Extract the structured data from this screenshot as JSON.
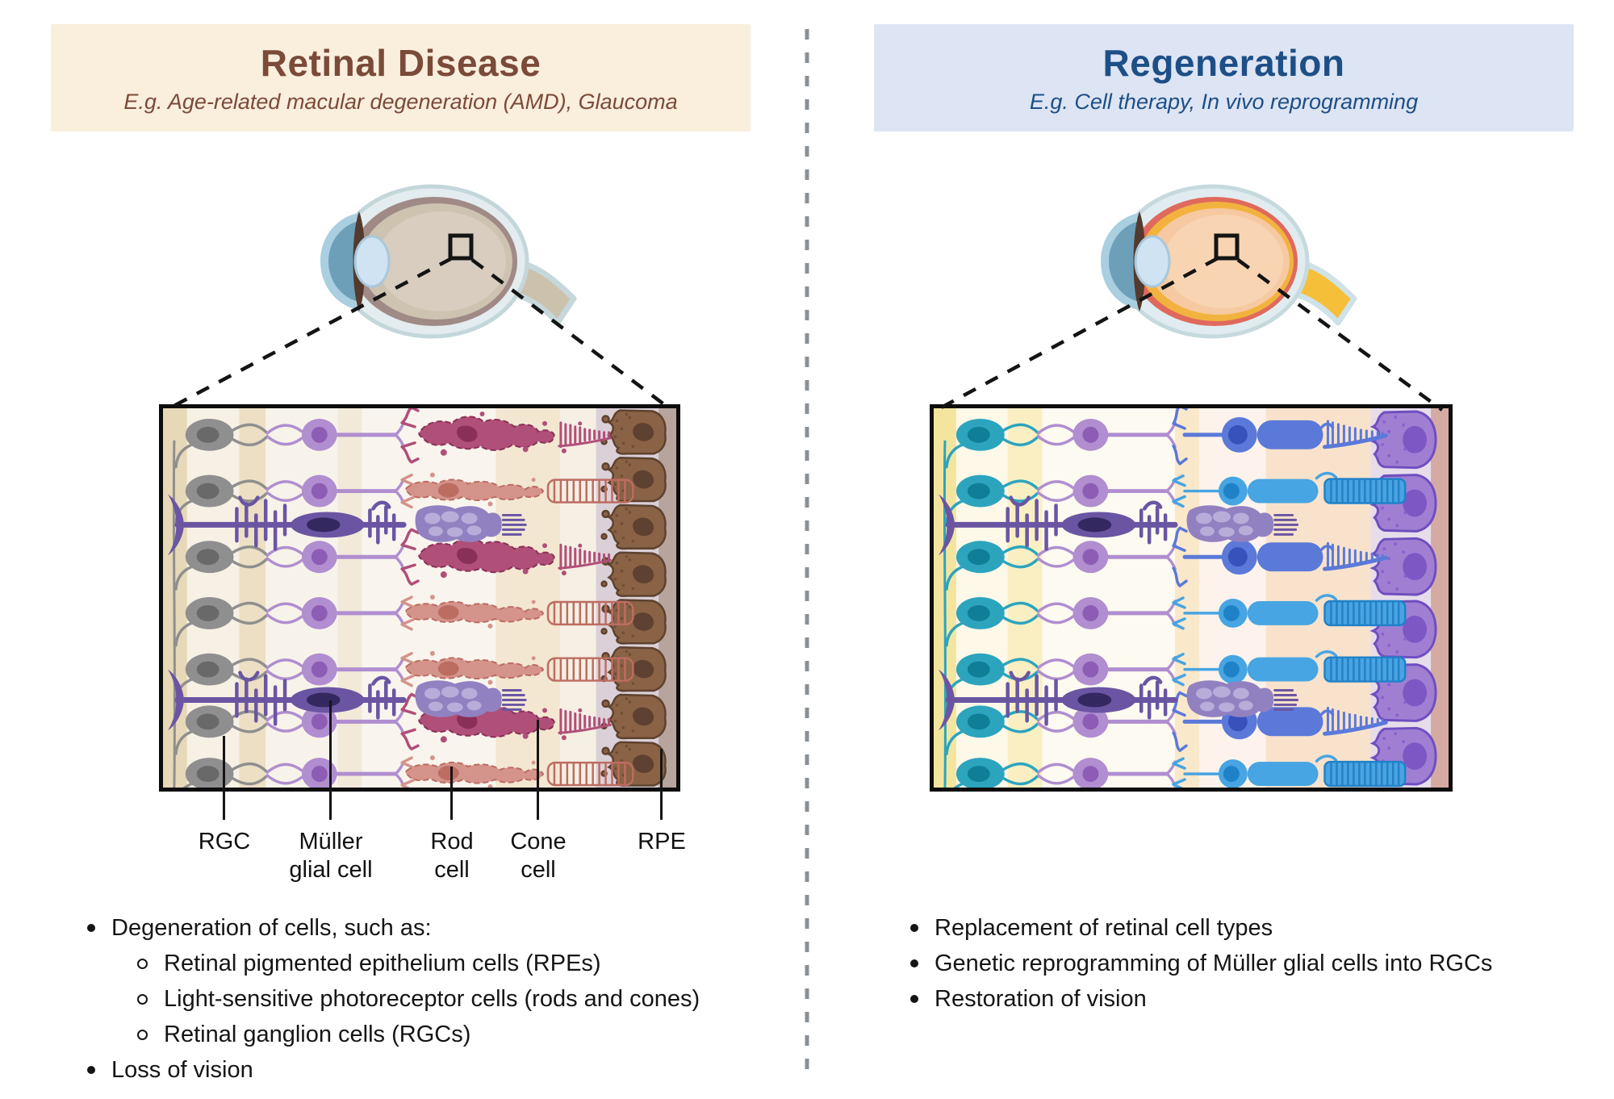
{
  "left": {
    "header": {
      "title": "Retinal Disease",
      "subtitle": "E.g. Age-related macular degeneration (AMD), Glaucoma"
    },
    "cell_labels": [
      {
        "line1": "RGC",
        "line2": ""
      },
      {
        "line1": "Müller",
        "line2": "glial cell"
      },
      {
        "line1": "Rod",
        "line2": "cell"
      },
      {
        "line1": "Cone",
        "line2": "cell"
      },
      {
        "line1": "RPE",
        "line2": ""
      }
    ],
    "bullets": {
      "item1": "Degeneration of cells, such as:",
      "sub1": "Retinal pigmented epithelium cells (RPEs)",
      "sub2": "Light-sensitive photoreceptor cells (rods and cones)",
      "sub3": "Retinal ganglion cells (RGCs)",
      "item2": "Loss of vision"
    }
  },
  "right": {
    "header": {
      "title": "Regeneration",
      "subtitle": "E.g. Cell therapy, In vivo reprogramming"
    },
    "bullets": {
      "item1": "Replacement of retinal cell types",
      "item2": "Genetic reprogramming of Müller glial cells into RGCs",
      "item3": "Restoration of vision"
    }
  },
  "colors": {
    "left_header_bg": "#faeedd",
    "left_accent": "#7b4a38",
    "right_header_bg": "#dde4f3",
    "right_accent": "#1d4f87",
    "text_dark": "#151515",
    "divider_gray": "#8a9096",
    "connector_black": "#141414",
    "rgc_gray": "#8f8f8f",
    "rgc_gray_dark": "#696969",
    "rgc_teal": "#2ca4be",
    "rgc_teal_dark": "#0f7f98",
    "bipolar": "#b08ed0",
    "bipolar_dark": "#8d5cb4",
    "muller": "#6a55a3",
    "muller_dark": "#332960",
    "muller_bubble": "#9181c1",
    "muller_bubble_light": "#b8acd9",
    "cone_sick": "#b04f78",
    "cone_sick_dark": "#8a2f57",
    "rod_sick": "#d4948b",
    "rod_sick_dark": "#bd6c61",
    "rod_sick_os": "#e2a59c",
    "rpe_sick": "#8a6245",
    "rpe_sick_dark": "#5d422e",
    "cone_heal": "#5b79d9",
    "cone_heal_dark": "#3752bb",
    "rod_heal": "#46a5e2",
    "rod_heal_dark": "#1f82c9",
    "rpe_heal": "#a07fd3",
    "rpe_heal_dark": "#6f4ec0",
    "rpe_heal_nuc": "#7d57c4"
  }
}
